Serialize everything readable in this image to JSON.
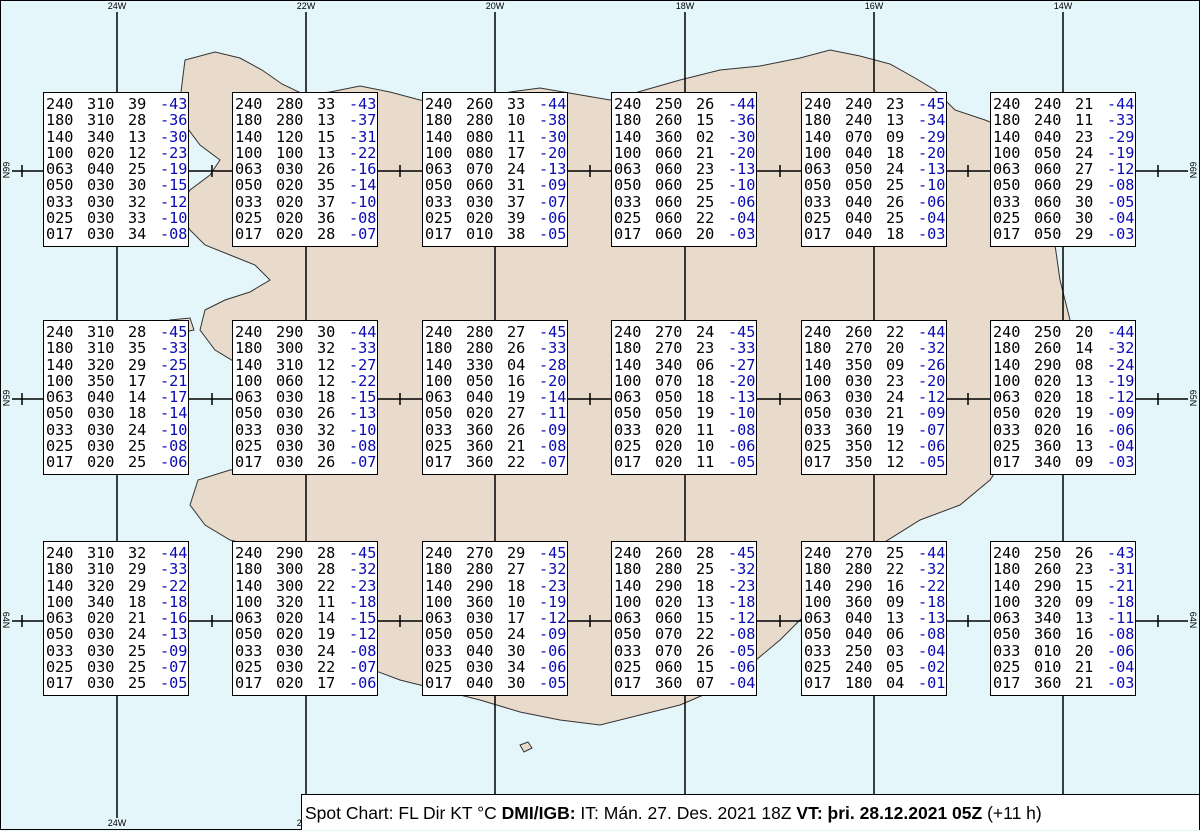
{
  "colors": {
    "sea": "#e4f6fa",
    "land": "#e8dbcc",
    "temp": "#0a0ab4"
  },
  "lon_labels": [
    "24W",
    "22W",
    "20W",
    "18W",
    "16W",
    "14W"
  ],
  "lat_labels": [
    "66N",
    "65N",
    "64N"
  ],
  "caption": {
    "prefix": "Spot Chart: FL Dir KT °C",
    "source": "DMI/IGB:",
    "issue": "IT: Mán. 27. Des. 2021 18Z",
    "valid_label": "VT:",
    "valid": "þri. 28.12.2021 05Z",
    "offset": "(+11 h)"
  },
  "stations": [
    {
      "rows": [
        [
          "240",
          "310",
          "39",
          "-43"
        ],
        [
          "180",
          "310",
          "28",
          "-36"
        ],
        [
          "140",
          "340",
          "13",
          "-30"
        ],
        [
          "100",
          "020",
          "12",
          "-23"
        ],
        [
          "063",
          "040",
          "25",
          "-19"
        ],
        [
          "050",
          "030",
          "30",
          "-15"
        ],
        [
          "033",
          "030",
          "32",
          "-12"
        ],
        [
          "025",
          "030",
          "33",
          "-10"
        ],
        [
          "017",
          "030",
          "34",
          "-08"
        ]
      ]
    },
    {
      "rows": [
        [
          "240",
          "280",
          "33",
          "-43"
        ],
        [
          "180",
          "280",
          "13",
          "-37"
        ],
        [
          "140",
          "120",
          "15",
          "-31"
        ],
        [
          "100",
          "100",
          "13",
          "-22"
        ],
        [
          "063",
          "030",
          "26",
          "-16"
        ],
        [
          "050",
          "020",
          "35",
          "-14"
        ],
        [
          "033",
          "020",
          "37",
          "-10"
        ],
        [
          "025",
          "020",
          "36",
          "-08"
        ],
        [
          "017",
          "020",
          "28",
          "-07"
        ]
      ]
    },
    {
      "rows": [
        [
          "240",
          "260",
          "33",
          "-44"
        ],
        [
          "180",
          "280",
          "10",
          "-38"
        ],
        [
          "140",
          "080",
          "11",
          "-30"
        ],
        [
          "100",
          "080",
          "17",
          "-20"
        ],
        [
          "063",
          "070",
          "24",
          "-13"
        ],
        [
          "050",
          "060",
          "31",
          "-09"
        ],
        [
          "033",
          "030",
          "37",
          "-07"
        ],
        [
          "025",
          "020",
          "39",
          "-06"
        ],
        [
          "017",
          "010",
          "38",
          "-05"
        ]
      ]
    },
    {
      "rows": [
        [
          "240",
          "250",
          "26",
          "-44"
        ],
        [
          "180",
          "260",
          "15",
          "-36"
        ],
        [
          "140",
          "360",
          "02",
          "-30"
        ],
        [
          "100",
          "060",
          "21",
          "-20"
        ],
        [
          "063",
          "060",
          "23",
          "-13"
        ],
        [
          "050",
          "060",
          "25",
          "-10"
        ],
        [
          "033",
          "060",
          "25",
          "-06"
        ],
        [
          "025",
          "060",
          "22",
          "-04"
        ],
        [
          "017",
          "060",
          "20",
          "-03"
        ]
      ]
    },
    {
      "rows": [
        [
          "240",
          "240",
          "23",
          "-45"
        ],
        [
          "180",
          "240",
          "13",
          "-34"
        ],
        [
          "140",
          "070",
          "09",
          "-29"
        ],
        [
          "100",
          "040",
          "18",
          "-20"
        ],
        [
          "063",
          "050",
          "24",
          "-13"
        ],
        [
          "050",
          "050",
          "25",
          "-10"
        ],
        [
          "033",
          "040",
          "26",
          "-06"
        ],
        [
          "025",
          "040",
          "25",
          "-04"
        ],
        [
          "017",
          "040",
          "18",
          "-03"
        ]
      ]
    },
    {
      "rows": [
        [
          "240",
          "240",
          "21",
          "-44"
        ],
        [
          "180",
          "240",
          "11",
          "-33"
        ],
        [
          "140",
          "040",
          "23",
          "-29"
        ],
        [
          "100",
          "050",
          "24",
          "-19"
        ],
        [
          "063",
          "060",
          "27",
          "-12"
        ],
        [
          "050",
          "060",
          "29",
          "-08"
        ],
        [
          "033",
          "060",
          "30",
          "-05"
        ],
        [
          "025",
          "060",
          "30",
          "-04"
        ],
        [
          "017",
          "050",
          "29",
          "-03"
        ]
      ]
    },
    {
      "rows": [
        [
          "240",
          "310",
          "28",
          "-45"
        ],
        [
          "180",
          "310",
          "35",
          "-33"
        ],
        [
          "140",
          "320",
          "29",
          "-25"
        ],
        [
          "100",
          "350",
          "17",
          "-21"
        ],
        [
          "063",
          "040",
          "14",
          "-17"
        ],
        [
          "050",
          "030",
          "18",
          "-14"
        ],
        [
          "033",
          "030",
          "24",
          "-10"
        ],
        [
          "025",
          "030",
          "25",
          "-08"
        ],
        [
          "017",
          "020",
          "25",
          "-06"
        ]
      ]
    },
    {
      "rows": [
        [
          "240",
          "290",
          "30",
          "-44"
        ],
        [
          "180",
          "300",
          "32",
          "-33"
        ],
        [
          "140",
          "310",
          "12",
          "-27"
        ],
        [
          "100",
          "060",
          "12",
          "-22"
        ],
        [
          "063",
          "030",
          "18",
          "-15"
        ],
        [
          "050",
          "030",
          "26",
          "-13"
        ],
        [
          "033",
          "030",
          "32",
          "-10"
        ],
        [
          "025",
          "030",
          "30",
          "-08"
        ],
        [
          "017",
          "030",
          "26",
          "-07"
        ]
      ]
    },
    {
      "rows": [
        [
          "240",
          "280",
          "27",
          "-45"
        ],
        [
          "180",
          "280",
          "26",
          "-33"
        ],
        [
          "140",
          "330",
          "04",
          "-28"
        ],
        [
          "100",
          "050",
          "16",
          "-20"
        ],
        [
          "063",
          "040",
          "19",
          "-14"
        ],
        [
          "050",
          "020",
          "27",
          "-11"
        ],
        [
          "033",
          "360",
          "26",
          "-09"
        ],
        [
          "025",
          "360",
          "21",
          "-08"
        ],
        [
          "017",
          "360",
          "22",
          "-07"
        ]
      ]
    },
    {
      "rows": [
        [
          "240",
          "270",
          "24",
          "-45"
        ],
        [
          "180",
          "270",
          "23",
          "-33"
        ],
        [
          "140",
          "340",
          "06",
          "-27"
        ],
        [
          "100",
          "070",
          "18",
          "-20"
        ],
        [
          "063",
          "050",
          "18",
          "-13"
        ],
        [
          "050",
          "050",
          "19",
          "-10"
        ],
        [
          "033",
          "020",
          "11",
          "-08"
        ],
        [
          "025",
          "020",
          "10",
          "-06"
        ],
        [
          "017",
          "020",
          "11",
          "-05"
        ]
      ]
    },
    {
      "rows": [
        [
          "240",
          "260",
          "22",
          "-44"
        ],
        [
          "180",
          "270",
          "20",
          "-32"
        ],
        [
          "140",
          "350",
          "09",
          "-26"
        ],
        [
          "100",
          "030",
          "23",
          "-20"
        ],
        [
          "063",
          "030",
          "24",
          "-12"
        ],
        [
          "050",
          "030",
          "21",
          "-09"
        ],
        [
          "033",
          "360",
          "19",
          "-07"
        ],
        [
          "025",
          "350",
          "12",
          "-06"
        ],
        [
          "017",
          "350",
          "12",
          "-05"
        ]
      ]
    },
    {
      "rows": [
        [
          "240",
          "250",
          "20",
          "-44"
        ],
        [
          "180",
          "260",
          "14",
          "-32"
        ],
        [
          "140",
          "290",
          "08",
          "-24"
        ],
        [
          "100",
          "020",
          "13",
          "-19"
        ],
        [
          "063",
          "020",
          "18",
          "-12"
        ],
        [
          "050",
          "020",
          "19",
          "-09"
        ],
        [
          "033",
          "020",
          "16",
          "-06"
        ],
        [
          "025",
          "360",
          "13",
          "-04"
        ],
        [
          "017",
          "340",
          "09",
          "-03"
        ]
      ]
    },
    {
      "rows": [
        [
          "240",
          "310",
          "32",
          "-44"
        ],
        [
          "180",
          "310",
          "29",
          "-33"
        ],
        [
          "140",
          "320",
          "29",
          "-22"
        ],
        [
          "100",
          "340",
          "18",
          "-18"
        ],
        [
          "063",
          "020",
          "21",
          "-16"
        ],
        [
          "050",
          "030",
          "24",
          "-13"
        ],
        [
          "033",
          "030",
          "25",
          "-09"
        ],
        [
          "025",
          "030",
          "25",
          "-07"
        ],
        [
          "017",
          "030",
          "25",
          "-05"
        ]
      ]
    },
    {
      "rows": [
        [
          "240",
          "290",
          "28",
          "-45"
        ],
        [
          "180",
          "300",
          "28",
          "-32"
        ],
        [
          "140",
          "300",
          "22",
          "-23"
        ],
        [
          "100",
          "320",
          "11",
          "-18"
        ],
        [
          "063",
          "020",
          "14",
          "-15"
        ],
        [
          "050",
          "020",
          "19",
          "-12"
        ],
        [
          "033",
          "030",
          "24",
          "-08"
        ],
        [
          "025",
          "030",
          "22",
          "-07"
        ],
        [
          "017",
          "020",
          "17",
          "-06"
        ]
      ]
    },
    {
      "rows": [
        [
          "240",
          "270",
          "29",
          "-45"
        ],
        [
          "180",
          "280",
          "27",
          "-32"
        ],
        [
          "140",
          "290",
          "18",
          "-23"
        ],
        [
          "100",
          "360",
          "10",
          "-19"
        ],
        [
          "063",
          "030",
          "17",
          "-12"
        ],
        [
          "050",
          "050",
          "24",
          "-09"
        ],
        [
          "033",
          "040",
          "30",
          "-06"
        ],
        [
          "025",
          "030",
          "34",
          "-06"
        ],
        [
          "017",
          "040",
          "30",
          "-05"
        ]
      ]
    },
    {
      "rows": [
        [
          "240",
          "260",
          "28",
          "-45"
        ],
        [
          "180",
          "280",
          "25",
          "-32"
        ],
        [
          "140",
          "290",
          "18",
          "-23"
        ],
        [
          "100",
          "020",
          "13",
          "-18"
        ],
        [
          "063",
          "060",
          "15",
          "-12"
        ],
        [
          "050",
          "070",
          "22",
          "-08"
        ],
        [
          "033",
          "070",
          "26",
          "-05"
        ],
        [
          "025",
          "060",
          "15",
          "-06"
        ],
        [
          "017",
          "360",
          "07",
          "-04"
        ]
      ]
    },
    {
      "rows": [
        [
          "240",
          "270",
          "25",
          "-44"
        ],
        [
          "180",
          "280",
          "22",
          "-32"
        ],
        [
          "140",
          "290",
          "16",
          "-22"
        ],
        [
          "100",
          "360",
          "09",
          "-18"
        ],
        [
          "063",
          "040",
          "13",
          "-13"
        ],
        [
          "050",
          "040",
          "06",
          "-08"
        ],
        [
          "033",
          "250",
          "03",
          "-04"
        ],
        [
          "025",
          "240",
          "05",
          "-02"
        ],
        [
          "017",
          "180",
          "04",
          "-01"
        ]
      ]
    },
    {
      "rows": [
        [
          "240",
          "250",
          "26",
          "-43"
        ],
        [
          "180",
          "260",
          "23",
          "-31"
        ],
        [
          "140",
          "290",
          "15",
          "-21"
        ],
        [
          "100",
          "320",
          "09",
          "-18"
        ],
        [
          "063",
          "340",
          "13",
          "-11"
        ],
        [
          "050",
          "360",
          "16",
          "-08"
        ],
        [
          "033",
          "010",
          "20",
          "-06"
        ],
        [
          "025",
          "010",
          "21",
          "-04"
        ],
        [
          "017",
          "360",
          "21",
          "-03"
        ]
      ]
    }
  ]
}
